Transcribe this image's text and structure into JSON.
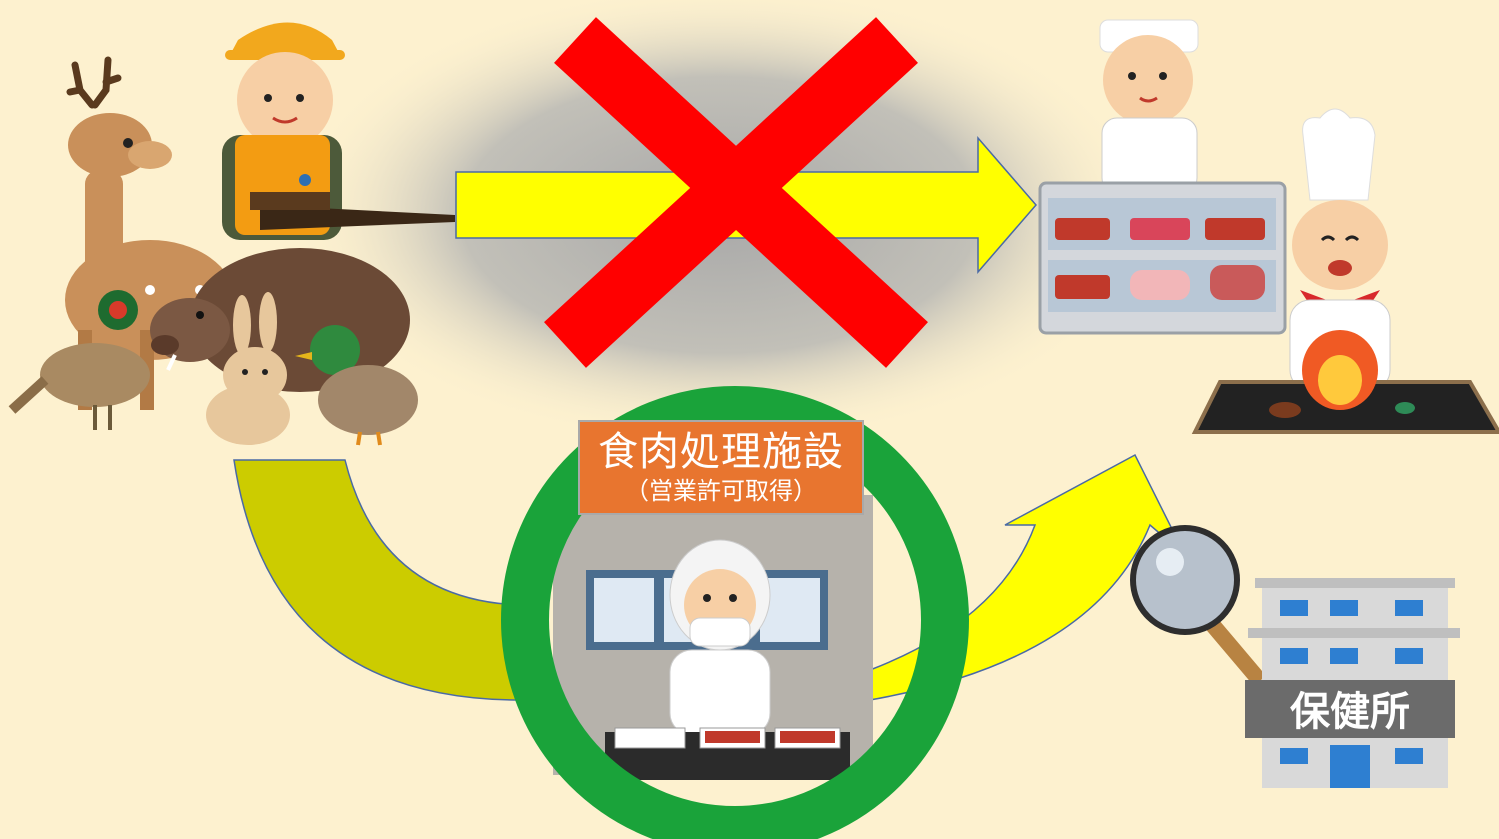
{
  "facility": {
    "name": "食肉処理施設",
    "note": "（営業許可取得）"
  },
  "health_center": {
    "sign": "保健所"
  },
  "colors": {
    "background": "#fdf1cf",
    "direct_arrow": "#ffff00",
    "curved_arrow_left": "#cccc00",
    "curved_arrow_right": "#ffff00",
    "prohibited_cross": "#ff0000",
    "approved_ring": "#1aa33a",
    "facility_label_bg": "#e8752f"
  },
  "icons": [
    "hunter-icon",
    "deer-icon",
    "boar-icon",
    "pheasant-icon",
    "rabbit-icon",
    "duck-icon",
    "butcher-icon",
    "meat-showcase-icon",
    "chef-icon",
    "grill-icon",
    "facility-worker-icon",
    "magnifier-icon",
    "health-center-building-icon"
  ]
}
